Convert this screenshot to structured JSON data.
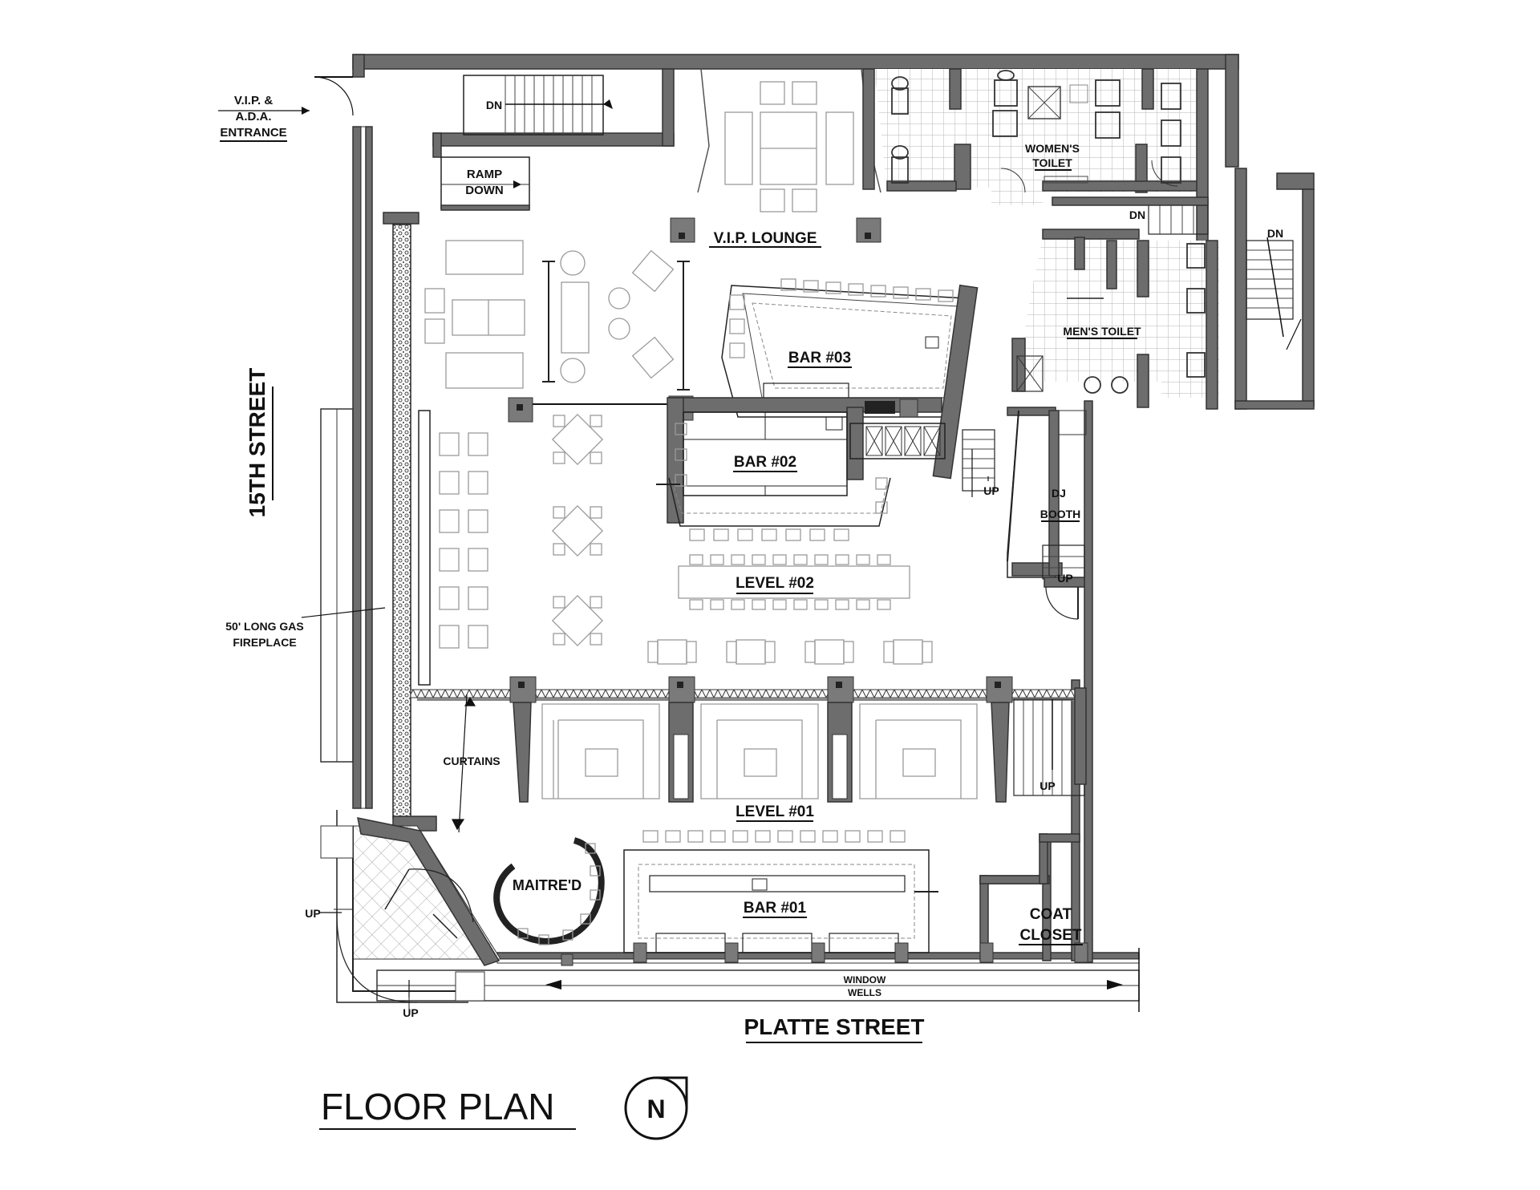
{
  "title": "FLOOR PLAN",
  "north_symbol": "N",
  "streets": {
    "left": "15TH STREET",
    "bottom": "PLATTE STREET"
  },
  "entrance": [
    "V.I.P. &",
    "A.D.A.",
    "ENTRANCE"
  ],
  "ramp": [
    "RAMP",
    "DOWN"
  ],
  "rooms": {
    "vip_lounge": "V.I.P. LOUNGE",
    "womens_toilet": [
      "WOMEN'S",
      "TOILET"
    ],
    "mens_toilet": "MEN'S TOILET",
    "bar3": "BAR #03",
    "bar2": "BAR #02",
    "bar1": "BAR #01",
    "level2": "LEVEL #02",
    "level1": "LEVEL #01",
    "dj_booth": [
      "DJ",
      "BOOTH"
    ],
    "coat_closet": [
      "COAT",
      "CLOSET"
    ],
    "maitred": "MAITRE'D"
  },
  "notes": {
    "fireplace": [
      "50' LONG GAS",
      "FIREPLACE"
    ],
    "curtains": "CURTAINS",
    "window_wells": [
      "WINDOW",
      "WELLS"
    ]
  },
  "stairs": {
    "dn": "DN",
    "up": "UP"
  }
}
